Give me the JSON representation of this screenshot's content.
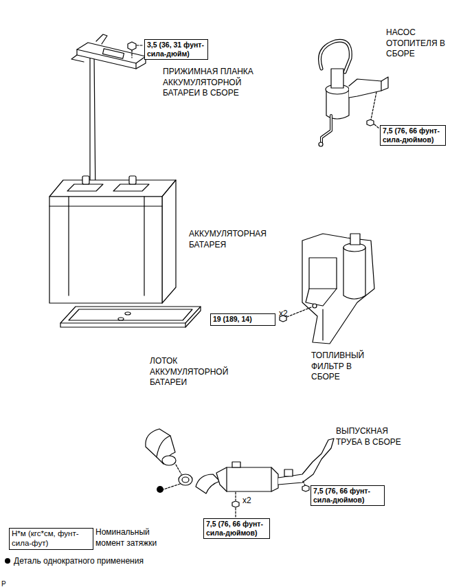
{
  "diagram": {
    "nodes": [
      {
        "text": [
          "3,5 (36, 31 фунт-сила-дюйм)"
        ]
      },
      {
        "text": [
          "7,5 (76, 66 фунт-сила-дюймов)"
        ]
      },
      {
        "text": [
          "19 (189, 14)"
        ]
      },
      {
        "text": [
          "7,5 (76, 66 фунт-сила-дюймов)"
        ]
      },
      {
        "text": [
          "7,5 (76, 66 фунт-сила-дюймов)"
        ]
      },
      {
        "text": [
          "Н*м (кгс*см, фунт-сила-фут)"
        ]
      }
    ],
    "labels": [
      "ПРИЖИМНАЯ ПЛАНКА АККУМУЛЯТОРНОЙ БАТАРЕИ В СБОРЕ",
      "НАСОС ОТОПИТЕЛЯ В СБОРЕ",
      "АККУМУЛЯТОРНАЯ БАТАРЕЯ",
      "ЛОТОК АККУМУЛЯТОРНОЙ БАТАРЕИ",
      "x2",
      "ТОПЛИВНЫЙ ФИЛЬТР В СБОРЕ",
      "ВЫПУСКНАЯ ТРУБА В СБОРЕ",
      "x2",
      "P"
    ],
    "legend": [
      {
        "text": "Номинальный момент затяжки"
      },
      {
        "text": "Деталь однократного применения"
      }
    ]
  }
}
